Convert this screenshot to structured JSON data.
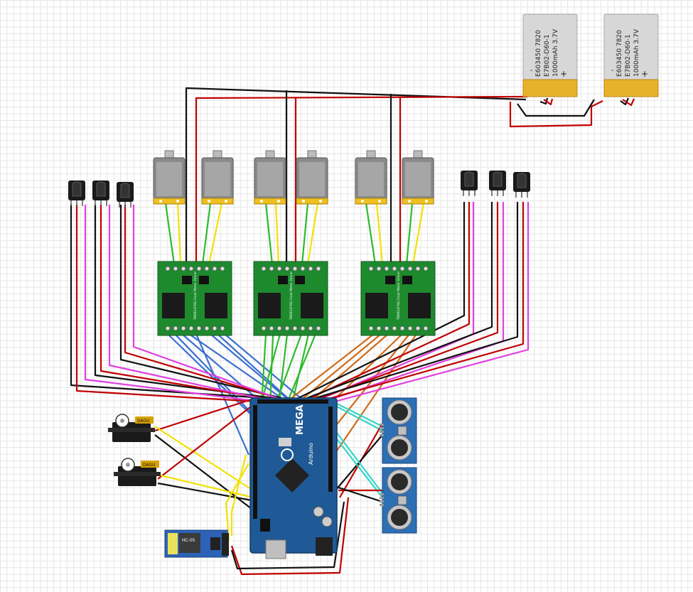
{
  "batteries": [
    {
      "line1": "E603450 7820",
      "line2": "E7B02-D60-1",
      "line3": "1000mAh 3.7V",
      "minus": "-",
      "plus": "+"
    },
    {
      "line1": "E603450 7820",
      "line2": "E7B02-D60-1",
      "line3": "1000mAh 3.7V",
      "minus": "-",
      "plus": "+"
    }
  ],
  "driver_label": "TB6612FNG Dual Motor Driver",
  "arduino": {
    "brand": "Arduino",
    "model": "MEGA"
  },
  "servo_label": "DAGU",
  "bluetooth_label": "HC-05",
  "colors": {
    "board_green": "#1e8a2e",
    "arduino_blue": "#1f5a96",
    "sensor_blue": "#2c6fb4",
    "battery_silver": "#d7d7d7",
    "battery_gold": "#e7b12a",
    "wire_blue": "#3a6fcf",
    "wire_green": "#2dbb2d",
    "wire_orange": "#d06a16",
    "wire_magenta": "#e040e0",
    "wire_red": "#c00000",
    "wire_black": "#111111",
    "wire_yellow": "#f2e200",
    "wire_cyan": "#35d6c8"
  }
}
